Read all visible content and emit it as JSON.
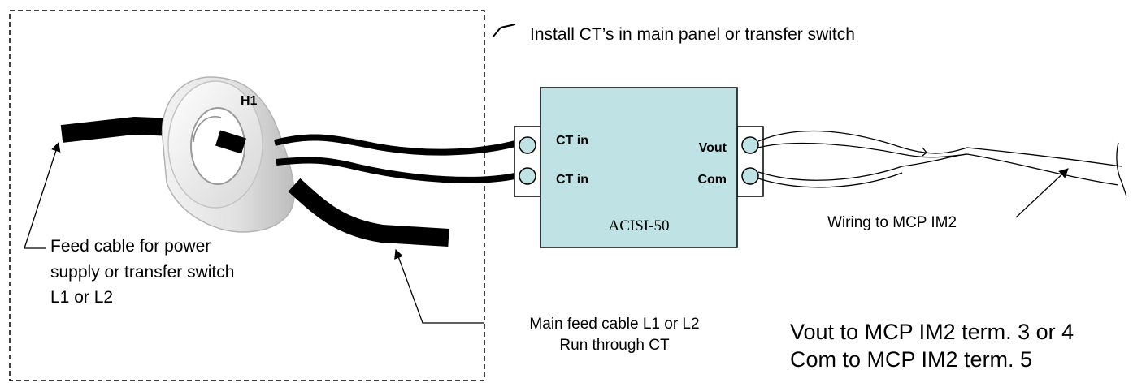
{
  "install_note": "Install CT’s in main panel or transfer switch",
  "ct": {
    "label": "H1"
  },
  "box": {
    "name": "ACISI-50",
    "fill_color": "#bfe3e5",
    "left_terminals": [
      "CT in",
      "CT in"
    ],
    "right_terminals": [
      "Vout",
      "Com"
    ]
  },
  "feed_cable_note": [
    "Feed cable for power",
    "supply or  transfer switch",
    "L1 or L2"
  ],
  "main_feed_note": [
    "Main feed cable L1 or L2",
    "Run through CT"
  ],
  "wiring_note": "Wiring to MCP IM2",
  "connection_notes": [
    "Vout to MCP IM2 term. 3 or 4",
    "Com to MCP IM2 term. 5"
  ]
}
